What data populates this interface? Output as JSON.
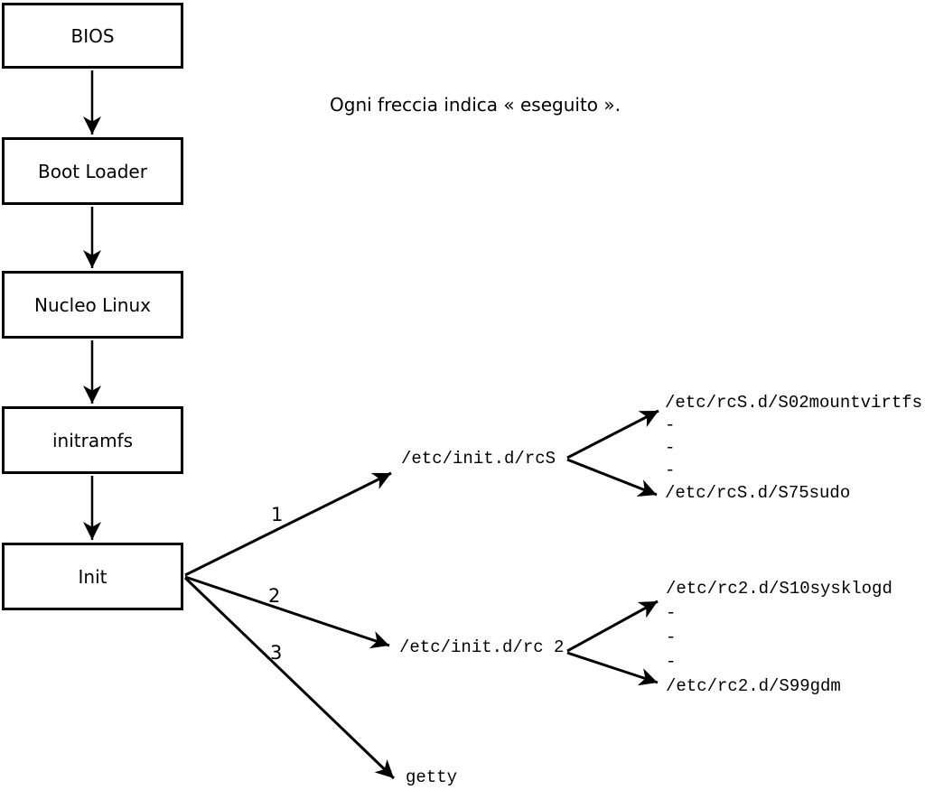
{
  "title": "Ogni freccia indica « eseguito ».",
  "colors": {
    "ink": "#000000",
    "background": "#ffffff"
  },
  "flow_boxes": [
    {
      "label": "BIOS"
    },
    {
      "label": "Boot Loader"
    },
    {
      "label": "Nucleo Linux"
    },
    {
      "label": "initramfs"
    },
    {
      "label": "Init"
    }
  ],
  "branches": [
    {
      "number": "1",
      "target": "/etc/init.d/rcS",
      "children": [
        "/etc/rcS.d/S02mountvirtfs",
        "-",
        "-",
        "-",
        "/etc/rcS.d/S75sudo"
      ]
    },
    {
      "number": "2",
      "target": "/etc/init.d/rc 2",
      "children": [
        "/etc/rc2.d/S10sysklogd",
        "-",
        "-",
        "-",
        "/etc/rc2.d/S99gdm"
      ]
    },
    {
      "number": "3",
      "target": "getty",
      "children": []
    }
  ]
}
